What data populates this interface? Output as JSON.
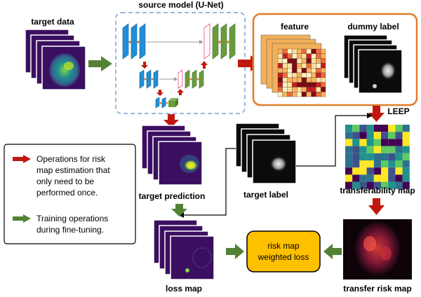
{
  "labels": {
    "target_data": "target data",
    "source_model": "source model (U-Net)",
    "feature": "feature",
    "dummy_label": "dummy label",
    "leep": "LEEP",
    "target_prediction": "target prediction",
    "target_label": "target label",
    "transferability_map": "transferability map",
    "loss_map": "loss map",
    "risk_map_weighted_loss": [
      "risk map",
      "weighted loss"
    ],
    "transfer_risk_map": "transfer risk map"
  },
  "legend": {
    "red_text": [
      "Operations for risk",
      "map estimation that",
      "only need to be",
      "performed once."
    ],
    "green_text": [
      "Training operations",
      "during fine-tuning."
    ]
  },
  "colors": {
    "red_arrow": "#c0180f",
    "green_arrow": "#548235",
    "orange_box": "#e07b2a",
    "dashed_blue": "#7f9fcf",
    "encoder_blue": "#1f8fd8",
    "decoder_green": "#6a9c3f",
    "yellow_box": "#ffc000",
    "mri_dark": "#3b0f5f"
  }
}
